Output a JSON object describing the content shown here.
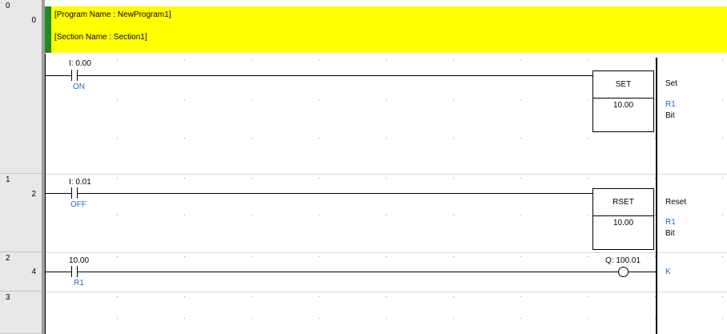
{
  "comment": {
    "program_name": "[Program Name : NewProgram1]",
    "section_name": "[Section Name : Section1]"
  },
  "rungs": [
    {
      "rung_no": "0",
      "step_no": "0"
    },
    {
      "rung_no": "1",
      "step_no": "2"
    },
    {
      "rung_no": "2",
      "step_no": "4"
    },
    {
      "rung_no": "3",
      "step_no": ""
    }
  ],
  "rung1": {
    "contact": {
      "address": "I: 0.00",
      "symbol": "ON"
    },
    "instruction": {
      "mnemonic": "SET",
      "operand": "10.00",
      "description": "Set",
      "operand_symbol": "R1",
      "operand_type": "Bit"
    }
  },
  "rung2": {
    "contact": {
      "address": "I: 0.01",
      "symbol": "OFF"
    },
    "instruction": {
      "mnemonic": "RSET",
      "operand": "10.00",
      "description": "Reset",
      "operand_symbol": "R1",
      "operand_type": "Bit"
    }
  },
  "rung3": {
    "contact": {
      "address": "10.00",
      "symbol": "R1"
    },
    "coil": {
      "address": "Q: 100.01",
      "symbol": "K"
    }
  },
  "colors": {
    "comment_background": "#ffff00",
    "comment_marker": "#1f8a1f",
    "symbol_text": "#1f6fbf"
  },
  "icons": {
    "contact": "no-contact-icon",
    "coil": "output-coil-icon"
  }
}
